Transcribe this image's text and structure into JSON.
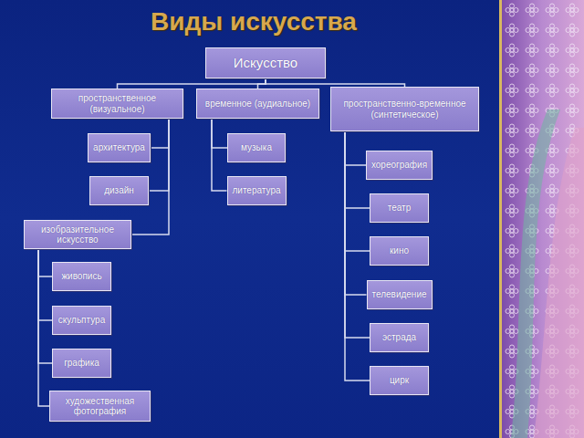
{
  "diagram": {
    "title": "Виды искусства",
    "nodes": [
      {
        "text": [
          "Искусство"
        ]
      },
      {
        "text": [
          "пространственное (визуальное)"
        ]
      },
      {
        "text": [
          "временное (аудиальное)"
        ]
      },
      {
        "text": [
          "пространственно-временное (синтетическое)"
        ]
      },
      {
        "text": [
          "архитектура"
        ]
      },
      {
        "text": [
          "дизайн"
        ]
      },
      {
        "text": [
          "изобразительное искусство"
        ]
      },
      {
        "text": [
          "живопись"
        ]
      },
      {
        "text": [
          "скульптура"
        ]
      },
      {
        "text": [
          "графика"
        ]
      },
      {
        "text": [
          "художественная фотография"
        ]
      },
      {
        "text": [
          "музыка"
        ]
      },
      {
        "text": [
          "литература"
        ]
      },
      {
        "text": [
          "хореография"
        ]
      },
      {
        "text": [
          "театр"
        ]
      },
      {
        "text": [
          "кино"
        ]
      },
      {
        "text": [
          "телевидение"
        ]
      },
      {
        "text": [
          "эстрада"
        ]
      },
      {
        "text": [
          "цирк"
        ]
      }
    ],
    "edges": [
      {
        "from": 0,
        "to": 1,
        "arrow": "none"
      },
      {
        "from": 0,
        "to": 2,
        "arrow": "none"
      },
      {
        "from": 0,
        "to": 3,
        "arrow": "none"
      },
      {
        "from": 1,
        "to": 4,
        "arrow": "none"
      },
      {
        "from": 1,
        "to": 5,
        "arrow": "none"
      },
      {
        "from": 1,
        "to": 6,
        "arrow": "none"
      },
      {
        "from": 6,
        "to": 7,
        "arrow": "none"
      },
      {
        "from": 6,
        "to": 8,
        "arrow": "none"
      },
      {
        "from": 6,
        "to": 9,
        "arrow": "none"
      },
      {
        "from": 6,
        "to": 10,
        "arrow": "none"
      },
      {
        "from": 2,
        "to": 11,
        "arrow": "none"
      },
      {
        "from": 2,
        "to": 12,
        "arrow": "none"
      },
      {
        "from": 3,
        "to": 13,
        "arrow": "none"
      },
      {
        "from": 3,
        "to": 14,
        "arrow": "none"
      },
      {
        "from": 3,
        "to": 15,
        "arrow": "none"
      },
      {
        "from": 3,
        "to": 16,
        "arrow": "none"
      },
      {
        "from": 3,
        "to": 17,
        "arrow": "none"
      },
      {
        "from": 3,
        "to": 18,
        "arrow": "none"
      }
    ]
  }
}
